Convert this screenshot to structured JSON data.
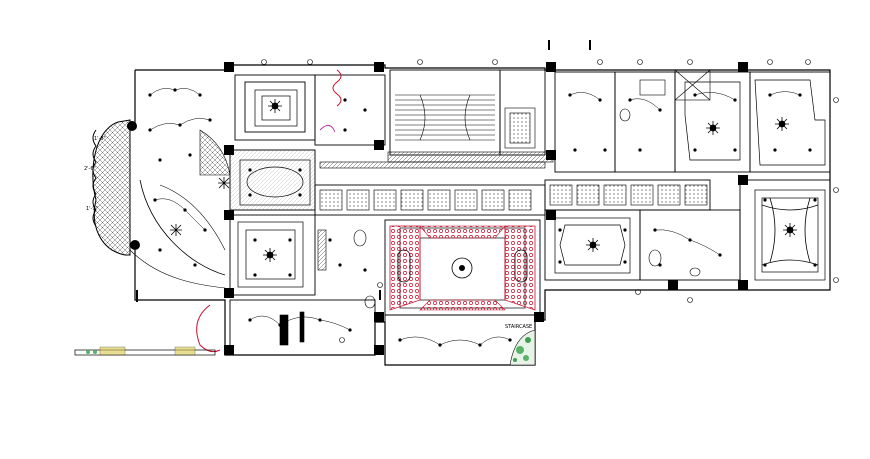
{
  "drawing": {
    "title": "",
    "labels": {
      "dim_1": "1'-3\"",
      "dim_2": "2'-6\"",
      "dim_3": "1'-9\"",
      "stair_note": "STAIRCASE"
    }
  },
  "colors": {
    "line": "#000000",
    "accent_red": "#c8102e",
    "hatch_gray": "#666666",
    "garden_green": "#58b368",
    "garden_yellow": "#d8c84a",
    "background": "#ffffff"
  },
  "icons": [
    "light-fixture-icon",
    "chandelier-icon",
    "column-icon",
    "fan-icon",
    "grid-marker-icon"
  ]
}
